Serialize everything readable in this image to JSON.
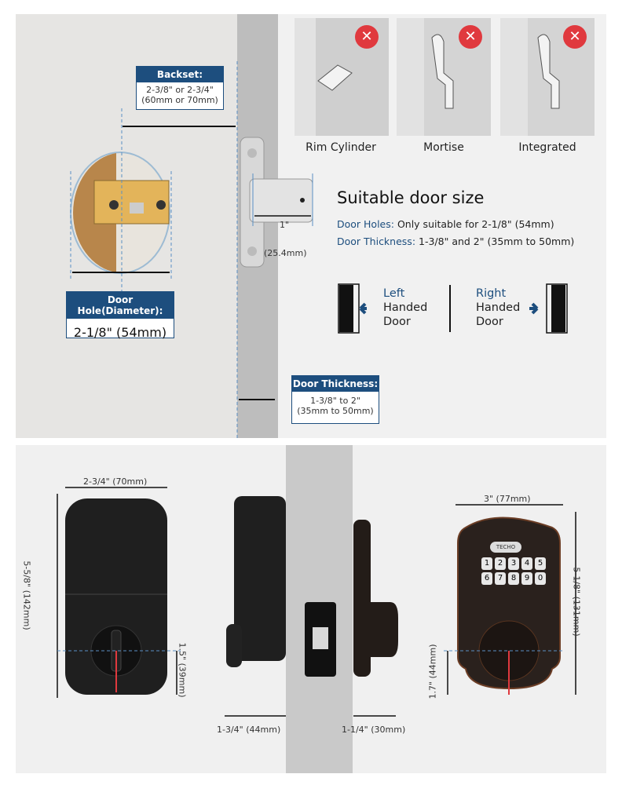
{
  "install": {
    "backset": {
      "title": "Backset:",
      "line1": "2-3/8\" or 2-3/4\"",
      "line2": "(60mm or 70mm)"
    },
    "door_hole": {
      "title": "Door Hole(Diameter):",
      "value": "2-1/8\" (54mm)"
    },
    "latch": {
      "line1": "1\"",
      "line2": "(25.4mm)"
    },
    "door_thickness": {
      "title": "Door Thickness:",
      "line1": "1-3/8\" to 2\"",
      "line2": "(35mm to 50mm)"
    }
  },
  "incompatible": [
    {
      "label": "Rim Cylinder",
      "icon": "x-icon"
    },
    {
      "label": "Mortise",
      "icon": "x-icon"
    },
    {
      "label": "Integrated",
      "icon": "x-icon"
    }
  ],
  "suitable": {
    "title": "Suitable door size",
    "holes_label": "Door Holes:",
    "holes_value": "Only suitable for 2-1/8\" (54mm)",
    "thickness_label": "Door Thickness:",
    "thickness_value": "1-3/8\" and 2\" (35mm to 50mm)",
    "left": {
      "l1": "Left",
      "l2": "Handed",
      "l3": "Door"
    },
    "right": {
      "l1": "Right",
      "l2": "Handed",
      "l3": "Door"
    }
  },
  "dimensions": {
    "interior_width": "2-3/4\" (70mm)",
    "interior_height": "5-5/8\" (142mm)",
    "interior_center": "1.5\" (39mm)",
    "interior_depth": "1-3/4\" (44mm)",
    "exterior_depth": "1-1/4\" (30mm)",
    "exterior_width": "3\" (77mm)",
    "exterior_height": "5-1/8\" (131mm)",
    "exterior_center": "1.7\" (44mm)",
    "brand": "TECHO",
    "keys": [
      "1",
      "2",
      "3",
      "4",
      "5",
      "6",
      "7",
      "8",
      "9",
      "0"
    ]
  },
  "colors": {
    "accent": "#1d4e7e",
    "red": "#e0393e",
    "lock": "#2a211d"
  }
}
